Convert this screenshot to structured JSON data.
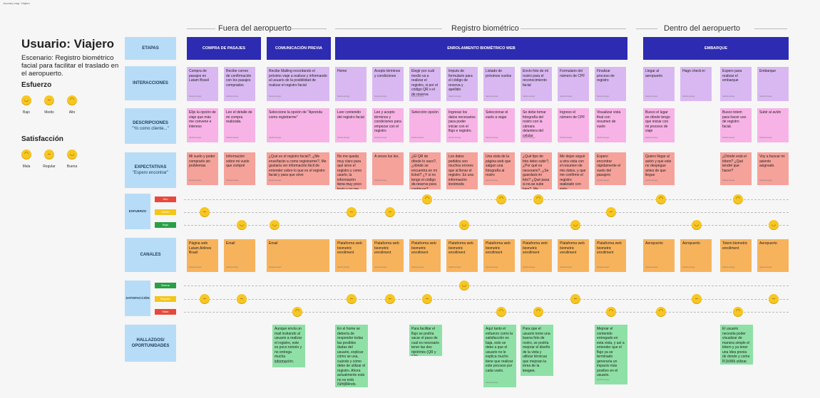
{
  "board_label": "Journey map: Viajero",
  "phases": [
    {
      "label": "Fuera del aeropuerto"
    },
    {
      "label": "Registro biométrico"
    },
    {
      "label": "Dentro del aeropuerto"
    }
  ],
  "title": "Usuario: Viajero",
  "subtitle": "Escenario: Registro biométrico facial para facilitar el traslado en el aeropuerto.",
  "legend": {
    "esfuerzo_title": "Esfuerzo",
    "esfuerzo_items": [
      "Bajo",
      "Medio",
      "Alto"
    ],
    "satisfaccion_title": "Satisfacción",
    "satisfaccion_items": [
      "Mala",
      "Regular",
      "Buena"
    ]
  },
  "row_headers": {
    "etapas": "ETAPAS",
    "interacciones": "INTERACCIONES",
    "descripciones": "DESCRIPCIONES",
    "descripciones_sub": "\"Yo como cliente...\"",
    "expectativas": "EXPECTATIVAS",
    "expectativas_sub": "\"Espero encontrar\"",
    "esfuerzo": "ESFUERZO",
    "canales": "CANALES",
    "satisfaccion": "SATISFACCIÓN",
    "hallazgos": "HALLAZGOS/ OPORTUNIDADES"
  },
  "esfuerzo_scale": [
    "Alto",
    "Medio",
    "Bajo"
  ],
  "satisfaccion_scale": [
    "Buena",
    "Regular",
    "Mala"
  ],
  "etapas": [
    {
      "label": "COMPRA DE PASAJES"
    },
    {
      "label": "COMUNICACIÓN PREVIA"
    },
    {
      "label": "ENROLAMIENTO BIOMÉTRICO WEB"
    },
    {
      "label": "EMBARQUE"
    }
  ],
  "note_meta": "Sandra Arango",
  "interacciones": [
    "Compra de pasajes en Latam Brasil",
    "Recibe correo de confirmación con los pasajes comprados",
    "Recibe Mailing recordando el próximo viaje a realizar y informando al usuario de la posibilidad de realizar el registro facial",
    "Home",
    "Acepto términos y condiciones",
    "Elegir por cuál medio va a realizar el registro, si por el código QR o el de reserva",
    "Imputs de formulario para el código de reserva y apellido",
    "Listado de próximos vuelos",
    "Envío foto de mi rostro para el reconocimiento facial",
    "Formulario del número de CPF",
    "Finalizar proceso de registro",
    "Llegar al aeropuerto",
    "Hago check-in",
    "Espero para realizar el embarque",
    "Embarque"
  ],
  "descripciones": [
    "Elijo la opción de viaje que más me convene e intereso",
    "Leo el detalle de mi compra realizada.",
    "Selecciono la opción de \"Aprenda como registrarme\"",
    "Leer contenido del registro facial",
    "Leo y acepto términos y condiciones para empezar con el registro",
    "Selección opción",
    "Ingresar los datos necesarios para poder iniciar con el flujo e registro.",
    "Seleccionar el vuelo a viajar",
    "Se debe tomar fotografía del rostro con la cámara delantera del celular",
    "Ingreso el número de CPF",
    "Visualizar vista final con resumen de vuelo",
    "Busco el lugar en dónde tengo que iniciar con mi proceso de viaje",
    "Busco totem para hacer uso de registro facial.",
    "Subir al avión"
  ],
  "expectativas": [
    "Mi vuelo y poder comprarlo sin problemas",
    "Información sobre mi vuelo que compré",
    "¿Qué es el registro facial?, ¿Me enseñarán a como registrarme?, Me gustaría ver información fácil de entender sobre lo que es el registro facial y para que sirve",
    "No me queda muy claro para qué sirve el registro y como usarlo, la información tiene muy poco texto y no me está quedando claro.",
    "A veces los leo.",
    "¿El QR de dónde lo saco?, ¿dónde se encuentra en mi ticket? ¿Y si no tengo el código de reserva para continuar?",
    "Los datos pedidos son muchos errores que al llenar el registro. Es una información incómoda",
    "Una vista de la página web que salgan una fotografía al rostro",
    "¿Qué tipo de foto debo subir?, ¿Por qué es necesario?, ¿Se guardará mi foto? ¿Qué pasa si no se sube bien?, Me gustaría saber qué podría tener problemas y en qué momento se usará",
    "Me dejan seguir a otra vista con el resumen de mis datos, y que me confirme el registro realizado con éxito.",
    "Espero encontrar rápidamente el vuelo del pasajero",
    "Quiero llegar al avión y que este no despegue antes de que llegue",
    "¿Dónde está el tótem? ¿Qué tendré que hacer?",
    "Voy a buscar mi asiento asignado."
  ],
  "canales": [
    "Página web Latam Airlines Brasil",
    "Email",
    "Email",
    "Plataforma web biometric enrollment",
    "Plataforma web biometric enrollment",
    "Plataforma web biometric enrollment",
    "Plataforma web biometric enrollment",
    "Plataforma web biometric enrollment",
    "Plataforma web biometric enrollment",
    "Plataforma web biometric enrollment",
    "Plataforma web biometric enrollment",
    "Aeropuerto",
    "Aeropuerto",
    "Totem biometric enrollment",
    "Aeropuerto"
  ],
  "hallazgos": [
    "Aunque envía un mail invitando al usuario a realizar el registro, este es poco notorio y no entrega mucha información.",
    "En el home se debería de responder todas las posibles dudas del usuario, explicar cómo se usa, cuándo y cómo debe de utilizar el registro. Ahora actualmente está no es está cumpliendo.",
    "Para facilitar el flujo se podría sacar el paso de cual es necesario tener las dos opciones (QR y CR)",
    "Aquí tanto el esfuerzo como la satisfacción es baja, esto se debe a que el usuario no le explica mucho tiene que realizar este proceso por cada vuelo.",
    "Para que el usuario tome una buena foto de rostro, se podría mejorar el diseño de la vista y utilizar técnicas que mejoran la toma de la imagen.",
    "Mejorar el contenido entregado en esta vista, y así a entender que el flujo ya se terminado generaría un impacto más positivo en el usuario.",
    "El usuario necesita poder visualizar de manera simple el tótem y ya tener una idea previa de donde y como lo podrá utilizar."
  ]
}
